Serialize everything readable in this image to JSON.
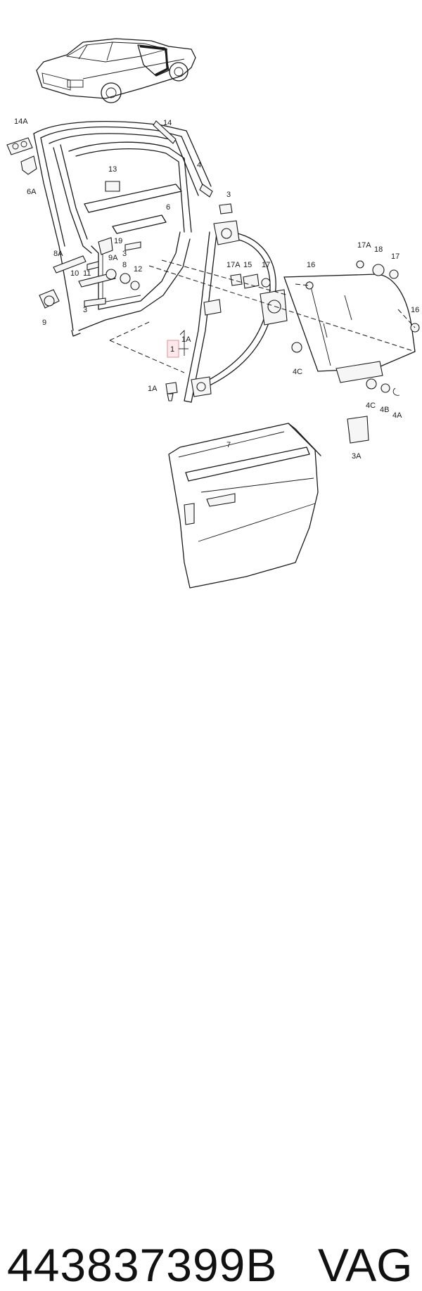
{
  "callouts": [
    {
      "id": "c14A",
      "text": "14A"
    },
    {
      "id": "c14",
      "text": "14"
    },
    {
      "id": "c13",
      "text": "13"
    },
    {
      "id": "c4",
      "text": "4"
    },
    {
      "id": "c6A",
      "text": "6A"
    },
    {
      "id": "c6",
      "text": "6"
    },
    {
      "id": "c3a",
      "text": "3"
    },
    {
      "id": "c19",
      "text": "19"
    },
    {
      "id": "c8A",
      "text": "8A"
    },
    {
      "id": "c3b",
      "text": "3"
    },
    {
      "id": "c9A",
      "text": "9A"
    },
    {
      "id": "c8",
      "text": "8"
    },
    {
      "id": "c12",
      "text": "12"
    },
    {
      "id": "c10",
      "text": "10"
    },
    {
      "id": "c11",
      "text": "11"
    },
    {
      "id": "c3c",
      "text": "3"
    },
    {
      "id": "c9",
      "text": "9"
    },
    {
      "id": "c17Aa",
      "text": "17A"
    },
    {
      "id": "c15",
      "text": "15"
    },
    {
      "id": "c17a",
      "text": "17"
    },
    {
      "id": "c16a",
      "text": "16"
    },
    {
      "id": "c17Ab",
      "text": "17A"
    },
    {
      "id": "c18",
      "text": "18"
    },
    {
      "id": "c17b",
      "text": "17"
    },
    {
      "id": "c16b",
      "text": "16"
    },
    {
      "id": "c1A",
      "text": "1A"
    },
    {
      "id": "c1",
      "text": "1"
    },
    {
      "id": "c1Ab",
      "text": "1A"
    },
    {
      "id": "c4C",
      "text": "4C"
    },
    {
      "id": "c4Cb",
      "text": "4C"
    },
    {
      "id": "c4B",
      "text": "4B"
    },
    {
      "id": "c4A",
      "text": "4A"
    },
    {
      "id": "c3A",
      "text": "3A"
    },
    {
      "id": "c7",
      "text": "7"
    }
  ],
  "footer": {
    "part_number": "443837399B",
    "brand": "VAG"
  },
  "colors": {
    "line": "#1a1a1a",
    "highlight": "#e8a0a8"
  }
}
